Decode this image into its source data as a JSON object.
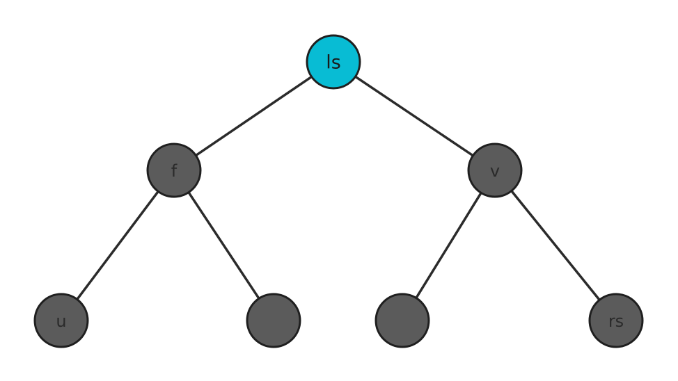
{
  "colors": {
    "highlight_node": "#08bcd4",
    "default_node": "#5b5b5b",
    "edge": "#2b2b2b"
  },
  "tree": {
    "nodes": [
      {
        "id": "root",
        "label": "ls",
        "highlighted": true
      },
      {
        "id": "left",
        "label": "f",
        "highlighted": false
      },
      {
        "id": "right",
        "label": "v",
        "highlighted": false
      },
      {
        "id": "left-left",
        "label": "u",
        "highlighted": false
      },
      {
        "id": "left-right",
        "label": "",
        "highlighted": false
      },
      {
        "id": "right-left",
        "label": "",
        "highlighted": false
      },
      {
        "id": "right-right",
        "label": "rs",
        "highlighted": false
      }
    ],
    "edges": [
      {
        "from": "root",
        "to": "left"
      },
      {
        "from": "root",
        "to": "right"
      },
      {
        "from": "left",
        "to": "left-left"
      },
      {
        "from": "left",
        "to": "left-right"
      },
      {
        "from": "right",
        "to": "right-left"
      },
      {
        "from": "right",
        "to": "right-right"
      }
    ]
  }
}
